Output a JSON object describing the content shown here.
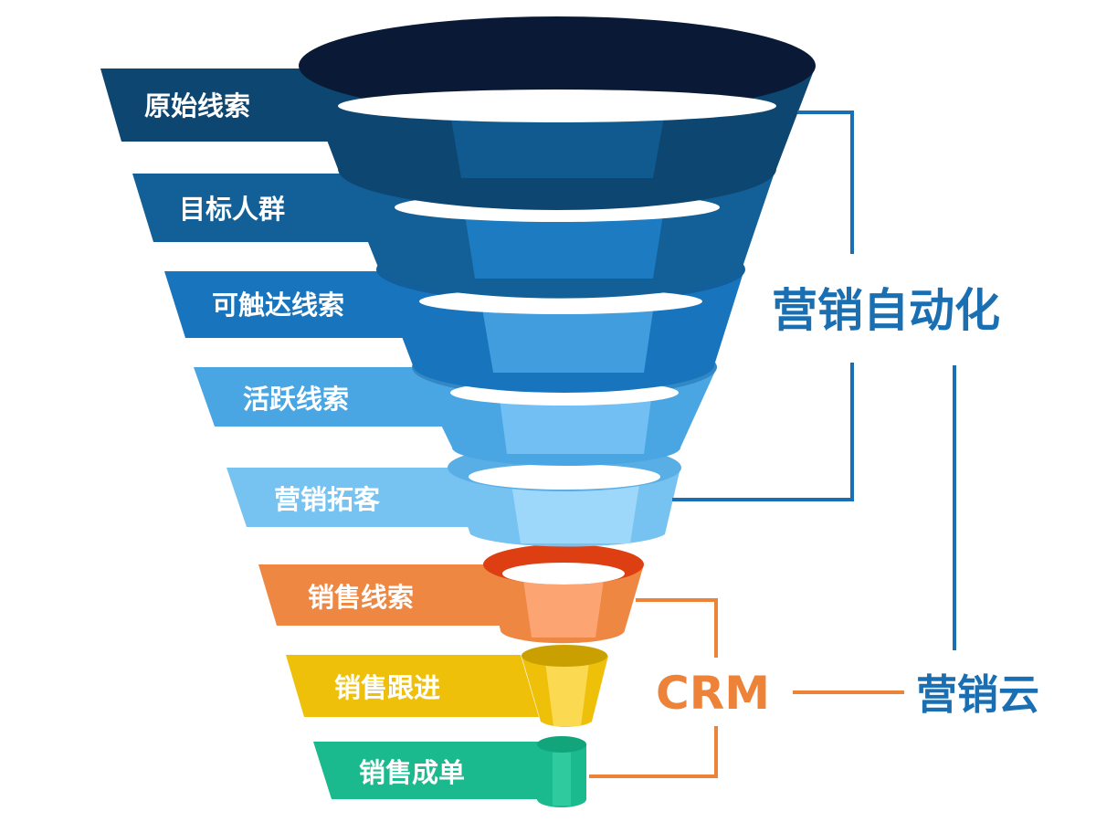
{
  "stages": [
    {
      "label": "原始线索",
      "color": "#0d4670",
      "inner": "#0a3a5e"
    },
    {
      "label": "目标人群",
      "color": "#135f97",
      "inner": "#0e4c7c"
    },
    {
      "label": "可触达线索",
      "color": "#1875bd",
      "inner": "#135f9c"
    },
    {
      "label": "活跃线索",
      "color": "#4aa5e3",
      "inner": "#3288c5"
    },
    {
      "label": "营销拓客",
      "color": "#76c3f2",
      "inner": "#58a9dc"
    },
    {
      "label": "销售线索",
      "color": "#ee8742",
      "inner": "#dd3f12"
    },
    {
      "label": "销售跟进",
      "color": "#eec00a",
      "inner": "#c9a000"
    },
    {
      "label": "销售成单",
      "color": "#1bb98e",
      "inner": "#12a57c"
    }
  ],
  "groups": {
    "automation": {
      "label": "营销自动化",
      "color": "#1a6fb2"
    },
    "crm": {
      "label": "CRM",
      "color": "#ec8339"
    },
    "cloud": {
      "label": "营销云",
      "color": "#1a6fb2"
    }
  }
}
